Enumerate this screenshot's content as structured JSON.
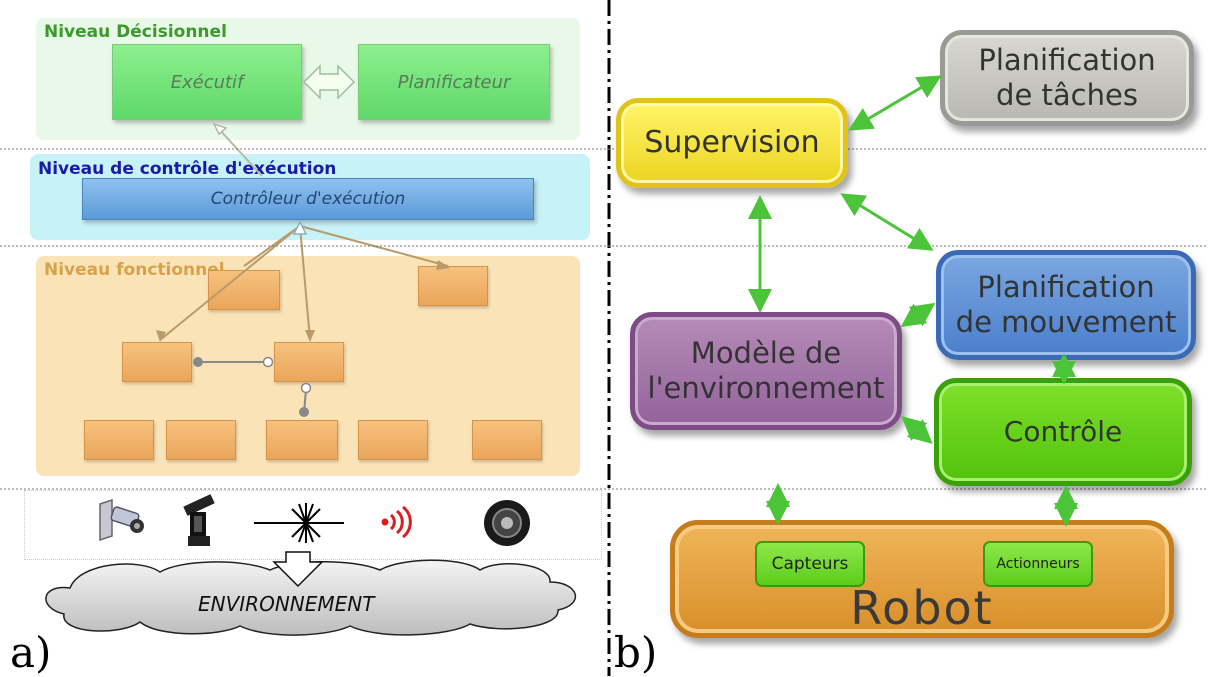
{
  "panel_a": {
    "label": "a)",
    "levels": {
      "decisional": "Niveau Décisionnel",
      "execution_control": "Niveau de contrôle d'exécution",
      "functional": "Niveau fonctionnel"
    },
    "executive": "Exécutif",
    "planner": "Planificateur",
    "execution_controller": "Contrôleur d'exécution",
    "environment": "ENVIRONNEMENT",
    "colors": {
      "decisional_bg": "#e9f9e9",
      "execution_bg": "#c7f2f7",
      "functional_bg": "#fbe3b8",
      "decisional_title": "#3a9a2a",
      "execution_title": "#1a1aa8",
      "functional_title": "#d7a24a"
    },
    "sensor_icons": [
      "camera-icon",
      "pan-tilt-sensor-icon",
      "laser-icon",
      "wireless-signal-icon",
      "wheel-icon"
    ]
  },
  "panel_b": {
    "label": "b)",
    "supervision": "Supervision",
    "task_planning": [
      "Planification",
      "de tâches"
    ],
    "motion_planning": [
      "Planification",
      "de mouvement"
    ],
    "environment_model": [
      "Modèle de",
      "l'environnement"
    ],
    "control": "Contrôle",
    "robot": "Robot",
    "sensors": "Capteurs",
    "actuators": "Actionneurs",
    "colors": {
      "supervision": "#f4e12f",
      "task_planning": "#c4c4bc",
      "motion_planning": "#5b8fd6",
      "environment_model": "#a173a8",
      "control": "#62cf18",
      "robot": "#e4a23f",
      "arrow": "#4cc43a"
    }
  }
}
